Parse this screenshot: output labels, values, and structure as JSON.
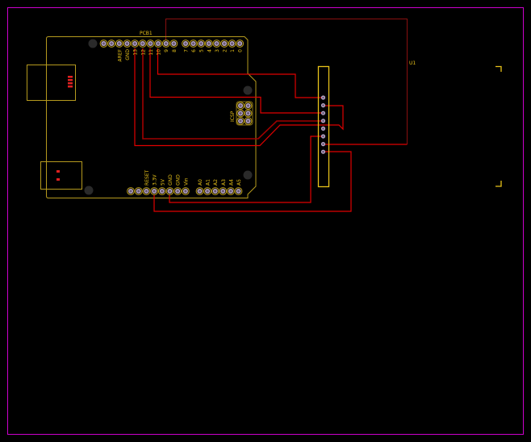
{
  "board": {
    "outline_color": "#cc00cc",
    "trace_color": "#e00000",
    "silk_color": "#e8c21a"
  },
  "pcb1": {
    "label": "PCB1",
    "icsp_label": "ICSP",
    "top_header_left": [
      "",
      "",
      "AREF",
      "GND",
      "13",
      "12",
      "11",
      "10",
      "9",
      "8"
    ],
    "top_header_right": [
      "7",
      "6",
      "5",
      "4",
      "3",
      "2",
      "1",
      "0"
    ],
    "bottom_power": [
      "",
      "",
      "RESET",
      "3.3V",
      "5V",
      "GND",
      "GND",
      "Vin"
    ],
    "bottom_analog": [
      "A0",
      "A1",
      "A2",
      "A3",
      "A4",
      "A5"
    ]
  },
  "u1": {
    "label": "U1",
    "pin_count": 8
  }
}
